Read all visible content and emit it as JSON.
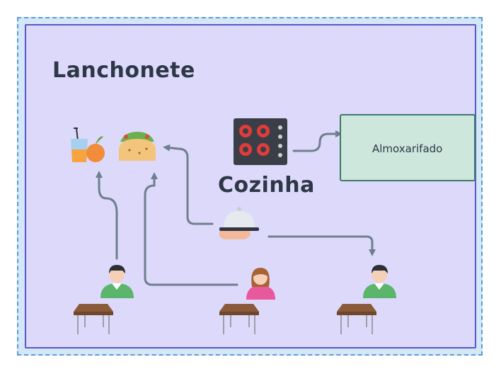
{
  "diagram": {
    "title": "Lanchonete",
    "kitchen_label": "Cozinha",
    "storage_label": "Almoxarifado"
  },
  "icons": {
    "juice": "juice-icon",
    "orange": "orange-icon",
    "taco": "taco-icon",
    "stove": "stove-icon",
    "serving_tray": "serving-tray-icon",
    "tomato": "tomato-icon",
    "bread": "bread-icon",
    "salad": "salad-icon",
    "customer_man": "man-icon",
    "customer_woman": "woman-icon",
    "table": "table-icon"
  },
  "colors": {
    "outer_fill": "#d4e7f7",
    "outer_border": "#5b9bd5",
    "panel_fill": "#ddd9fb",
    "panel_border": "#5a57c8",
    "storage_fill": "#cde7dd",
    "storage_border": "#3c7a66",
    "arrow": "#6f7f8e"
  }
}
